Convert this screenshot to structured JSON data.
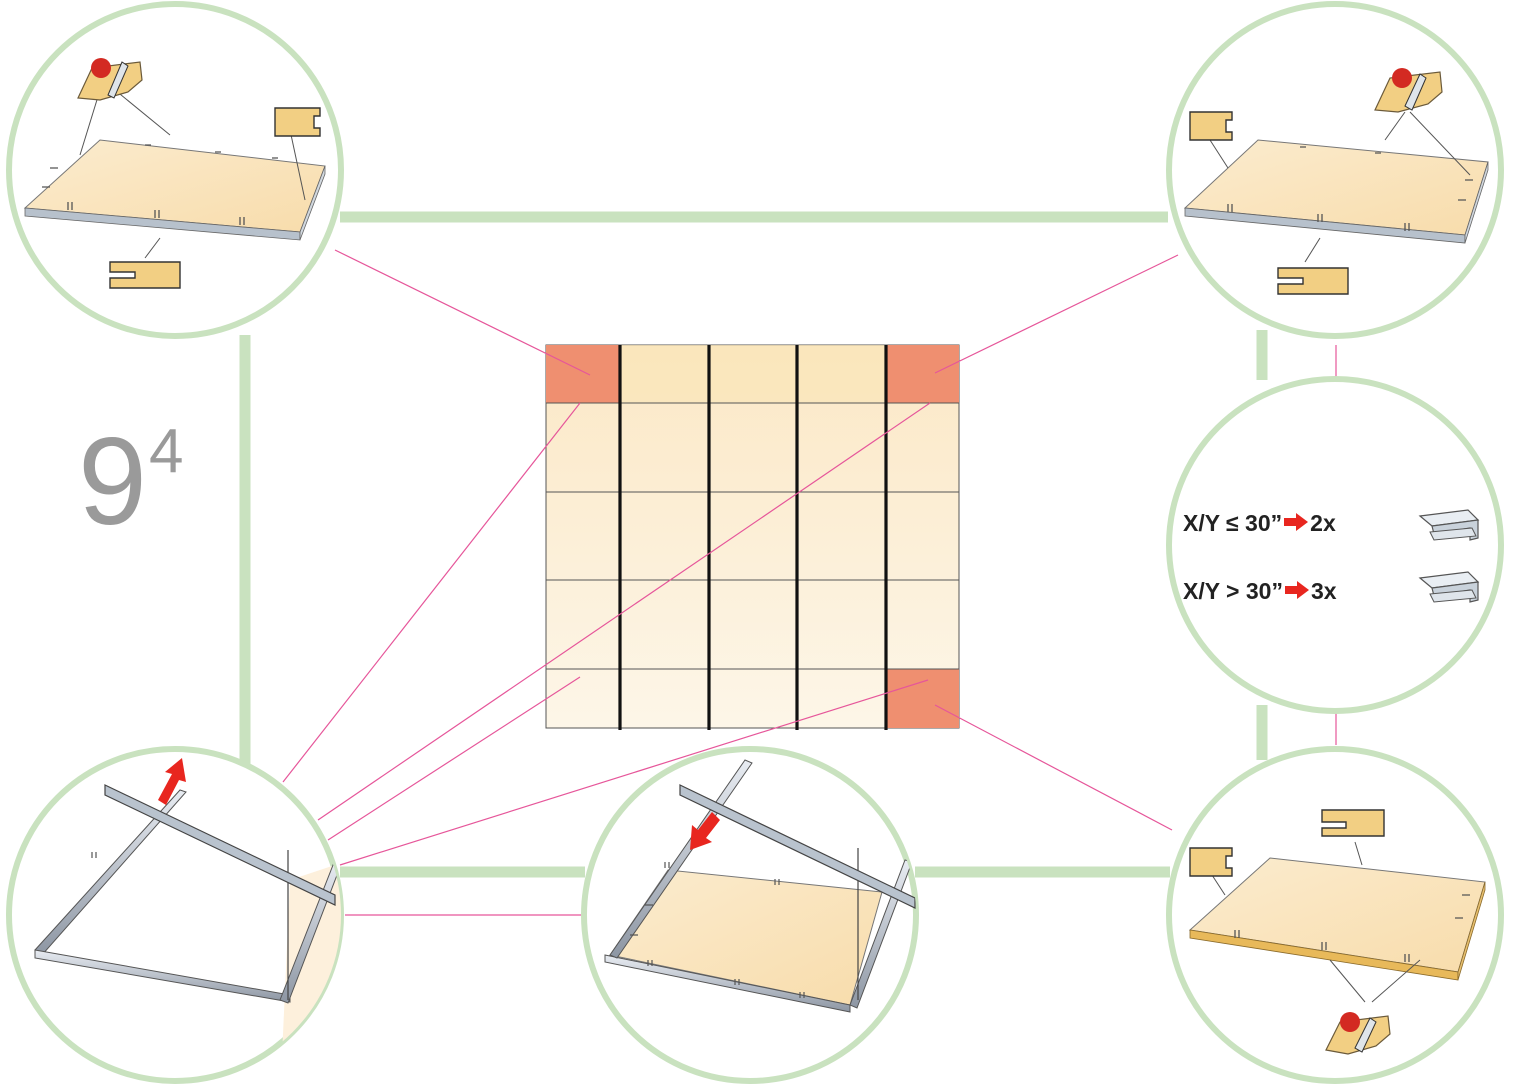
{
  "step": {
    "number": "9",
    "superscript": "4"
  },
  "grid": {
    "columns": 5,
    "rows": 5,
    "highlighted_cells": [
      [
        0,
        0
      ],
      [
        0,
        4
      ],
      [
        4,
        4
      ]
    ]
  },
  "rules": [
    {
      "condition": "X/Y ≤ 30”",
      "result": "2x",
      "arrow_icon": "red-right-arrow-icon",
      "item_icon": "hold-down-clip-icon"
    },
    {
      "condition": "X/Y > 30”",
      "result": "3x",
      "arrow_icon": "red-right-arrow-icon",
      "item_icon": "hold-down-clip-icon"
    }
  ],
  "colors": {
    "circle_border": "#c9e2bf",
    "connector_green": "#c9e2bf",
    "leader_pink": "#e6569a",
    "highlight_cell": "#ef8f70",
    "panel_light": "#fbe8c6",
    "arrow_red": "#e8261f",
    "grid_line": "#111111"
  }
}
